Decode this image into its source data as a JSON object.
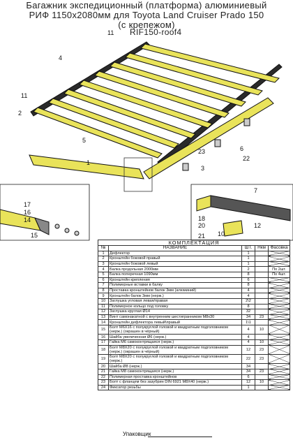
{
  "header": {
    "line1": "Багажник экспедиционный (платформа) алюминиевый",
    "line2": "РИФ 1150x2080мм для Toyota Land Cruiser Prado 150",
    "line3": "(с крепежом)",
    "code": "RIF150-roof4"
  },
  "callouts": [
    "11",
    "4",
    "2",
    "11",
    "5",
    "1",
    "3",
    "23",
    "6",
    "22",
    "17",
    "16",
    "14",
    "15",
    "7",
    "18",
    "20",
    "21",
    "10",
    "12"
  ],
  "table": {
    "caption": "КОМПЛЕКТАЦИЯ",
    "headers": [
      "№",
      "НАЗВАНИЕ",
      "ШТ.",
      "Нкм",
      "Фасовка"
    ],
    "rows": [
      {
        "n": "1",
        "name": "Дефлектор",
        "qty": "1",
        "nkm": "",
        "pack": "",
        "x": true
      },
      {
        "n": "2",
        "name": "Кронштейн боковой правый",
        "qty": "1",
        "nkm": "",
        "pack": "",
        "x": true
      },
      {
        "n": "3",
        "name": "Кронштейн боковой левый",
        "qty": "1",
        "nkm": "",
        "pack": "",
        "x": true
      },
      {
        "n": "4",
        "name": "Балка продольная 2000мм",
        "qty": "2",
        "nkm": "",
        "pack": "По 2шт.",
        "x": false
      },
      {
        "n": "5",
        "name": "Балка поперечная 1090мм",
        "qty": "8",
        "nkm": "",
        "pack": "По 4шт.",
        "x": false
      },
      {
        "n": "6",
        "name": "Кронштейн крепления",
        "qty": "6",
        "nkm": "",
        "pack": "",
        "x": true
      },
      {
        "n": "7",
        "name": "Полимерные вставки в балку",
        "qty": "8",
        "nkm": "",
        "pack": "",
        "x": true
      },
      {
        "n": "8",
        "name": "Проставка кронштейнов балок 3мм (алюминий)",
        "qty": "4",
        "nkm": "",
        "pack": "",
        "x": true
      },
      {
        "n": "9",
        "name": "Кронштейн балок 3мм (нерж.)",
        "qty": "4",
        "nkm": "",
        "pack": "",
        "x": true
      },
      {
        "n": "10",
        "name": "Заглушка угловая левая/правая",
        "qty": "2\\2",
        "nkm": "",
        "pack": "",
        "x": true
      },
      {
        "n": "11",
        "name": "Полимерное кольцо под головку",
        "qty": "8",
        "nkm": "",
        "pack": "",
        "x": true
      },
      {
        "n": "12",
        "name": "Заглушка круглая Ø14",
        "qty": "32",
        "nkm": "",
        "pack": "",
        "x": true
      },
      {
        "n": "13",
        "name": "Винт самонакатной с внутренним шестигранником M8x30",
        "qty": "34",
        "nkm": "23",
        "pack": "",
        "x": true
      },
      {
        "n": "14",
        "name": "Кронштейн дефлектора левый\\правый",
        "qty": "1\\1",
        "nkm": "",
        "pack": "",
        "x": true
      },
      {
        "n": "15",
        "name": "Болт M6X16 с полукруглой головой и квадратным подголовником (нерж.) (окрашен в чёрный)",
        "qty": "4",
        "nkm": "10",
        "pack": "",
        "x": true
      },
      {
        "n": "16",
        "name": "Шайба увеличенная Ø6 (нерж.)",
        "qty": "4",
        "nkm": "",
        "pack": "",
        "x": true
      },
      {
        "n": "17",
        "name": "Гайка M6 самоконтрящаяся (нерж.)",
        "qty": "4",
        "nkm": "10",
        "pack": "",
        "x": true
      },
      {
        "n": "18",
        "name": "Болт M8X20 с полукруглой головой и квадратным подголовником (нерж.) (окрашен в чёрный)",
        "qty": "12",
        "nkm": "23",
        "pack": "",
        "x": true
      },
      {
        "n": "19",
        "name": "Болт M8X20 с полукруглой головой и квадратным подголовником (нерж.)",
        "qty": "22",
        "nkm": "23",
        "pack": "",
        "x": true
      },
      {
        "n": "20",
        "name": "Шайба Ø8 (нерж.)",
        "qty": "34",
        "nkm": "",
        "pack": "",
        "x": true
      },
      {
        "n": "21",
        "name": "Гайка M8 самоконтрящаяся (нерж.)",
        "qty": "34",
        "nkm": "23",
        "pack": "",
        "x": true
      },
      {
        "n": "22",
        "name": "Полимерная проставка кронштейнов",
        "qty": "6",
        "nkm": "",
        "pack": "",
        "x": true
      },
      {
        "n": "23",
        "name": "Болт с фланцем без зазубрин DIN 6921 M8X40 (нерж.)",
        "qty": "12",
        "nkm": "10",
        "pack": "",
        "x": true
      },
      {
        "n": "24",
        "name": "Фиксатор резьбы",
        "qty": "1",
        "nkm": "",
        "pack": "",
        "x": true
      }
    ]
  },
  "footer": {
    "packer_label": "Упаковщик"
  }
}
